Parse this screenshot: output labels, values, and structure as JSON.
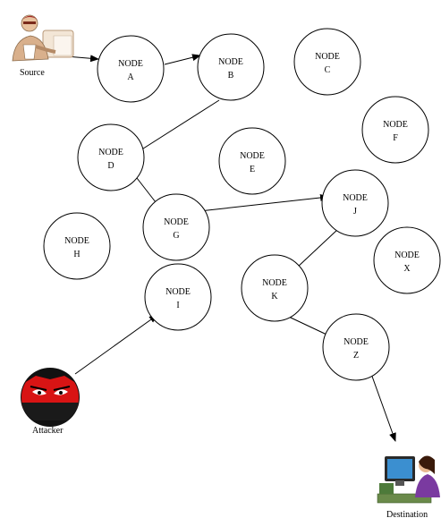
{
  "nodes": [
    {
      "id": "A",
      "line1": "NODE",
      "line2": "A"
    },
    {
      "id": "B",
      "line1": "NODE",
      "line2": "B"
    },
    {
      "id": "C",
      "line1": "NODE",
      "line2": "C"
    },
    {
      "id": "D",
      "line1": "NODE",
      "line2": "D"
    },
    {
      "id": "E",
      "line1": "NODE",
      "line2": "E"
    },
    {
      "id": "F",
      "line1": "NODE",
      "line2": "F"
    },
    {
      "id": "G",
      "line1": "NODE",
      "line2": "G"
    },
    {
      "id": "H",
      "line1": "NODE",
      "line2": "H"
    },
    {
      "id": "I",
      "line1": "NODE",
      "line2": "I"
    },
    {
      "id": "J",
      "line1": "NODE",
      "line2": "J"
    },
    {
      "id": "K",
      "line1": "NODE",
      "line2": "K"
    },
    {
      "id": "X",
      "line1": "NODE",
      "line2": "X"
    },
    {
      "id": "Z",
      "line1": "NODE",
      "line2": "Z"
    }
  ],
  "edges": [
    {
      "from": "Source",
      "to": "A"
    },
    {
      "from": "A",
      "to": "B"
    },
    {
      "from": "B",
      "to": "D"
    },
    {
      "from": "D",
      "to": "G"
    },
    {
      "from": "G",
      "to": "J"
    },
    {
      "from": "J",
      "to": "K"
    },
    {
      "from": "K",
      "to": "Z"
    },
    {
      "from": "Z",
      "to": "Destination"
    },
    {
      "from": "Attacker",
      "to": "I"
    }
  ],
  "labels": {
    "source": "Source",
    "attacker": "Attacker",
    "destination": "Destination"
  },
  "icons": {
    "source": "person-at-desk-icon",
    "attacker": "red-masked-attacker-icon",
    "destination": "person-at-computer-icon"
  }
}
